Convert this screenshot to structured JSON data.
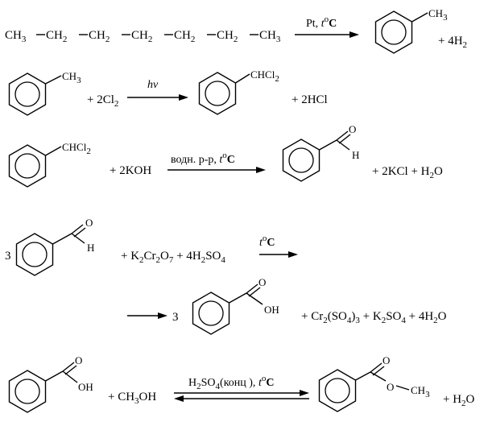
{
  "reactions": [
    {
      "reactant_main": "CH",
      "reactant_3a": "3",
      "chain_ch2": "CH",
      "chain_2": "2",
      "reactant_end": "CH",
      "reactant_3b": "3",
      "cond_pt": "Pt, ",
      "cond_t": "t",
      "cond_o": "o",
      "cond_c": "C",
      "prod_methyl": "CH",
      "prod_methyl_sub": "3",
      "coproduct_pre": "+ 4H",
      "coproduct_sub": "2"
    },
    {
      "reactant_methyl": "CH",
      "reactant_methyl_sub": "3",
      "reagent_pre": "+ 2Cl",
      "reagent_sub": "2",
      "cond": "hv",
      "prod_group": "CHCl",
      "prod_group_sub": "2",
      "coproduct": "+ 2HCl"
    },
    {
      "reactant_group": "CHCl",
      "reactant_group_sub": "2",
      "reagent": "+ 2KOH",
      "cond_pre": "водн. р-р, ",
      "cond_t": "t",
      "cond_o": "o",
      "cond_c": "C",
      "prod_o": "O",
      "prod_h": "H",
      "coproduct_pre": "+ 2KCl + H",
      "coproduct_sub": "2",
      "coproduct_post": "O"
    },
    {
      "coef": "3",
      "reactant_o": "O",
      "reactant_h": "H",
      "reagents": [
        "+ K",
        "2",
        "Cr",
        "2",
        "O",
        "7",
        " + 4H",
        "2",
        "SO",
        "4"
      ],
      "cond_t": "t",
      "cond_o": "o",
      "cond_c": "C",
      "prod_coef": "3",
      "prod_o": "O",
      "prod_oh": "OH",
      "coproducts": [
        "+ Cr",
        "2",
        "(SO",
        "4",
        ")",
        "3",
        " + K",
        "2",
        "SO",
        "4",
        " + 4H",
        "2",
        "O"
      ]
    },
    {
      "reactant_o": "O",
      "reactant_oh": "OH",
      "reagent_pre": "+ CH",
      "reagent_sub": "3",
      "reagent_post": "OH",
      "cond_pre": "H",
      "cond_sub1": "2",
      "cond_mid": "SO",
      "cond_sub2": "4",
      "cond_post": "(конц ), ",
      "cond_t": "t",
      "cond_o": "o",
      "cond_c": "C",
      "prod_o": "O",
      "prod_o2": "O",
      "prod_ch": "CH",
      "prod_ch_sub": "3",
      "coproduct_pre": "+ H",
      "coproduct_sub": "2",
      "coproduct_post": "O"
    }
  ]
}
